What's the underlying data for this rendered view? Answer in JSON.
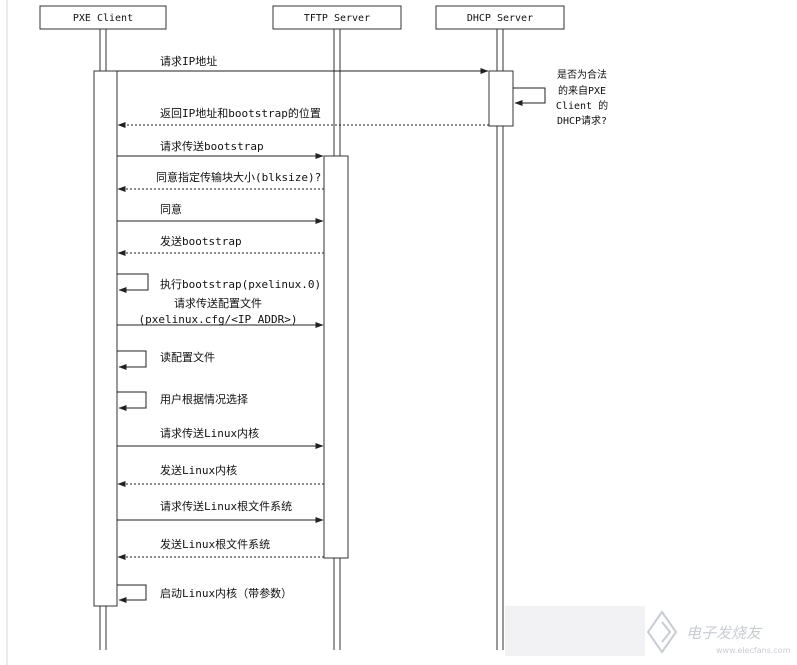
{
  "participants": {
    "client": "PXE Client",
    "tftp": "TFTP Server",
    "dhcp": "DHCP Server"
  },
  "messages": [
    "请求IP地址",
    "返回IP地址和bootstrap的位置",
    "请求传送bootstrap",
    "同意指定传输块大小(blksize)?",
    "同意",
    "发送bootstrap",
    "执行bootstrap(pxelinux.0)",
    "请求传送配置文件",
    "(pxelinux.cfg/<IP_ADDR>)",
    "读配置文件",
    "用户根据情况选择",
    "请求传送Linux内核",
    "发送Linux内核",
    "请求传送Linux根文件系统",
    "发送Linux根文件系统",
    "启动Linux内核（带参数）"
  ],
  "dhcp_note": [
    "是否为合法",
    "的来自PXE",
    "Client 的",
    "DHCP请求?"
  ],
  "watermark": {
    "text": "电子发烧友",
    "url": "www.elecfans.com"
  }
}
